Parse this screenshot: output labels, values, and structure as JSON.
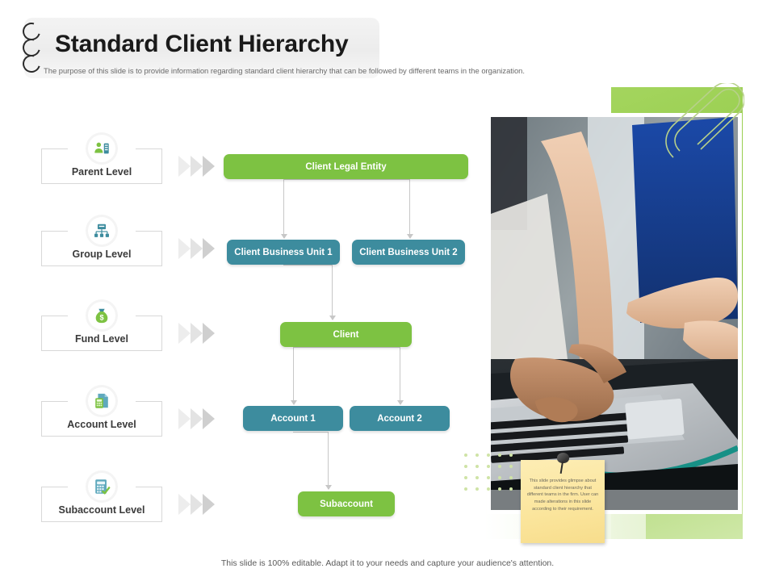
{
  "header": {
    "title": "Standard Client Hierarchy",
    "subtitle": "The purpose of this slide is to provide information regarding standard client hierarchy that can be followed by different teams in the organization."
  },
  "levels": [
    {
      "label": "Parent Level",
      "icon": "people-server-icon"
    },
    {
      "label": "Group Level",
      "icon": "org-chart-icon"
    },
    {
      "label": "Fund Level",
      "icon": "money-bag-icon"
    },
    {
      "label": "Account Level",
      "icon": "account-document-icon"
    },
    {
      "label": "Subaccount Level",
      "icon": "checklist-document-icon"
    }
  ],
  "flow": {
    "nodes": [
      {
        "id": "client-legal-entity",
        "label": "Client Legal Entity",
        "color": "green"
      },
      {
        "id": "client-business-unit-1",
        "label": "Client Business Unit 1",
        "color": "teal"
      },
      {
        "id": "client-business-unit-2",
        "label": "Client Business Unit 2",
        "color": "teal"
      },
      {
        "id": "client",
        "label": "Client",
        "color": "green"
      },
      {
        "id": "account-1",
        "label": "Account 1",
        "color": "teal"
      },
      {
        "id": "account-2",
        "label": "Account 2",
        "color": "teal"
      },
      {
        "id": "subaccount",
        "label": "Subaccount",
        "color": "green"
      }
    ]
  },
  "sticky_note": {
    "text": "This slide provides glimpse about standard client hierarchy that different teams in the firm. User can made alterations in this slide according to their requirement."
  },
  "footer": {
    "note": "This slide is 100% editable. Adapt it to your needs and capture your audience's attention."
  },
  "colors": {
    "green": "#7dc242",
    "teal": "#3d8c9e",
    "panel_green": "#8cc63f",
    "sticky_yellow": "#fbe59c",
    "connector_gray": "#c7c7c7"
  }
}
